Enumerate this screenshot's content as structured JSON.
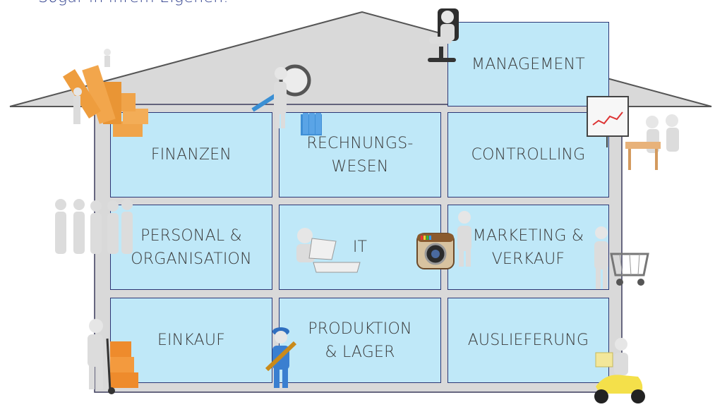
{
  "caption": "Sogar in ihrem Eigenen.",
  "colors": {
    "room_fill": "#bfe8f8",
    "room_border": "#2b3675",
    "house_fill": "#d9d9d9",
    "house_outline": "#5a5a5a",
    "caption": "#2d3d8c"
  },
  "rooms": {
    "management": "MANAGEMENT",
    "finanzen": "FINANZEN",
    "rechnungswesen": "RECHNUNGS-\nWESEN",
    "controlling": "CONTROLLING",
    "personal": "PERSONAL &\nORGANISATION",
    "it": "IT",
    "marketing": "MARKETING &\nVERKAUF",
    "einkauf": "EINKAUF",
    "produktion": "PRODUKTION\n& LAGER",
    "auslieferung": "AUSLIEFERUNG"
  },
  "icons": [
    "executive-chair-figure-icon",
    "bar-chart-climber-icon",
    "magnifier-figure-icon",
    "binder-icon",
    "presentation-meeting-icon",
    "team-group-icon",
    "laptop-figure-icon",
    "camera-app-icon",
    "shopping-cart-figure-icon",
    "hand-truck-boxes-icon",
    "worker-wrench-icon",
    "delivery-scooter-icon"
  ]
}
